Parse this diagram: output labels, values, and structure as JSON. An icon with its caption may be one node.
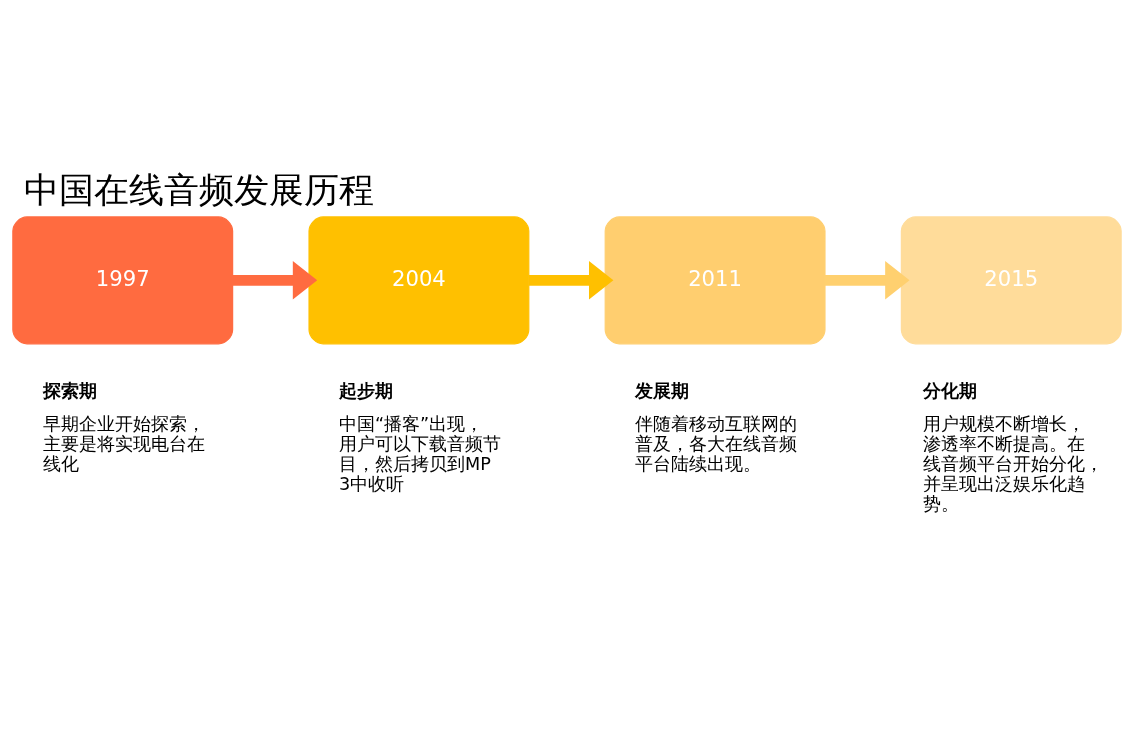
{
  "diagram": {
    "title": "中国在线音频发展历程",
    "nodes": [
      {
        "text": [
          "1997"
        ],
        "beside": [
          "探索期",
          "早期企业开始探索，主要是将实现电台在线化"
        ]
      },
      {
        "text": [
          "2004"
        ],
        "beside": [
          "起步期",
          "中国“播客”出现，用户可以下载音频节目，然后拷贝到MP3中收听"
        ]
      },
      {
        "text": [
          "2011"
        ],
        "beside": [
          "发展期",
          "伴随着移动互联网的普及，各大在线音频平台陆续出现。"
        ]
      },
      {
        "text": [
          "2015"
        ],
        "beside": [
          "分化期",
          "用户规模不断增长，渗透率不断提高。在线音频平台开始分化，并呈现出泛娱乐化趋势。"
        ]
      }
    ],
    "edges": [
      {
        "from": 0,
        "to": 1,
        "arrow": "to",
        "color": "#ff6b40"
      },
      {
        "from": 1,
        "to": 2,
        "arrow": "to",
        "color": "#ffc000"
      },
      {
        "from": 2,
        "to": 3,
        "arrow": "to",
        "color": "#ffd06f"
      }
    ]
  }
}
